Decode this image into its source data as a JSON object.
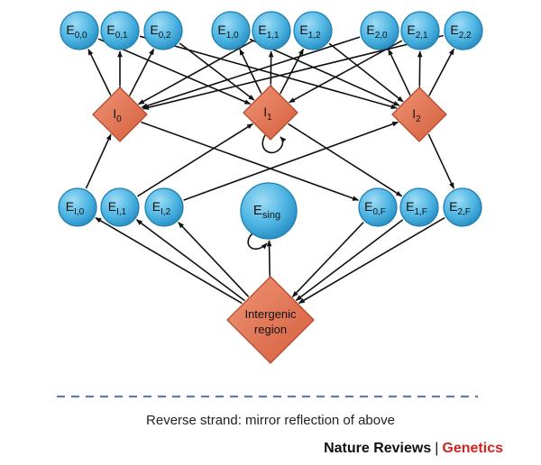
{
  "nodes": {
    "E00": {
      "main": "E",
      "sub": "0,0"
    },
    "E01": {
      "main": "E",
      "sub": "0,1"
    },
    "E02": {
      "main": "E",
      "sub": "0,2"
    },
    "E10": {
      "main": "E",
      "sub": "1,0"
    },
    "E11": {
      "main": "E",
      "sub": "1,1"
    },
    "E12": {
      "main": "E",
      "sub": "1,2"
    },
    "E20": {
      "main": "E",
      "sub": "2,0"
    },
    "E21": {
      "main": "E",
      "sub": "2,1"
    },
    "E22": {
      "main": "E",
      "sub": "2,2"
    },
    "I0": {
      "main": "I",
      "sub": "0"
    },
    "I1": {
      "main": "I",
      "sub": "1"
    },
    "I2": {
      "main": "I",
      "sub": "2"
    },
    "EI0": {
      "main": "E",
      "sub": "I,0"
    },
    "EI1": {
      "main": "E",
      "sub": "I,1"
    },
    "EI2": {
      "main": "E",
      "sub": "I,2"
    },
    "Esing": {
      "main": "E",
      "sub": "sing"
    },
    "E0F": {
      "main": "E",
      "sub": "0,F"
    },
    "E1F": {
      "main": "E",
      "sub": "1,F"
    },
    "E2F": {
      "main": "E",
      "sub": "2,F"
    },
    "IG": {
      "line1": "Intergenic",
      "line2": "region"
    }
  },
  "caption": "Reverse strand: mirror reflection of above",
  "credit": {
    "brand": "Nature Reviews",
    "separator": "|",
    "section": "Genetics"
  },
  "colors": {
    "circle_fill": "#4fb6e3",
    "circle_stroke": "#1d7fb0",
    "diamond_fill": "#e0704f",
    "diamond_stroke": "#b54a2c",
    "arrow": "#111111",
    "dashed_line": "#5f7fa0",
    "credit_accent": "#d2231e"
  }
}
